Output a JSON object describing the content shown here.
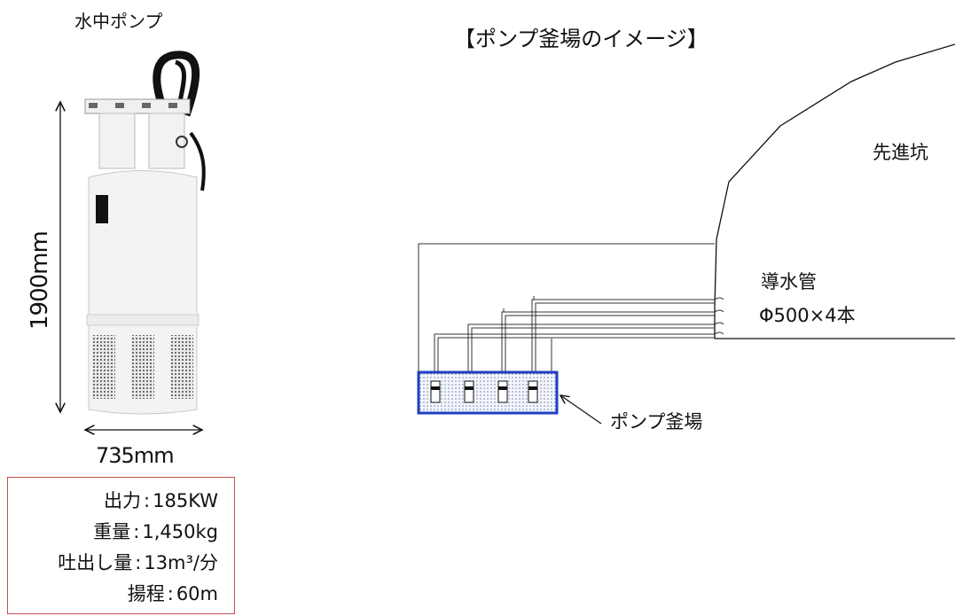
{
  "pump": {
    "title": "水中ポンプ",
    "height_label": "1900mm",
    "width_label": "735mm"
  },
  "specs": [
    {
      "key": "出力",
      "value": "185KW"
    },
    {
      "key": "重量",
      "value": "1,450kg"
    },
    {
      "key": "吐出し量",
      "value": "13m³/分"
    },
    {
      "key": "揚程",
      "value": "60m"
    }
  ],
  "diagram": {
    "title": "【ポンプ釜場のイメージ】",
    "tunnel_label": "先進坑",
    "pipe_label": "導水管",
    "pipe_spec": "Φ500×4本",
    "pit_label": "ポンプ釜場"
  },
  "colors": {
    "pit_border": "#1f3fbf",
    "spec_border": "#c0504d"
  }
}
